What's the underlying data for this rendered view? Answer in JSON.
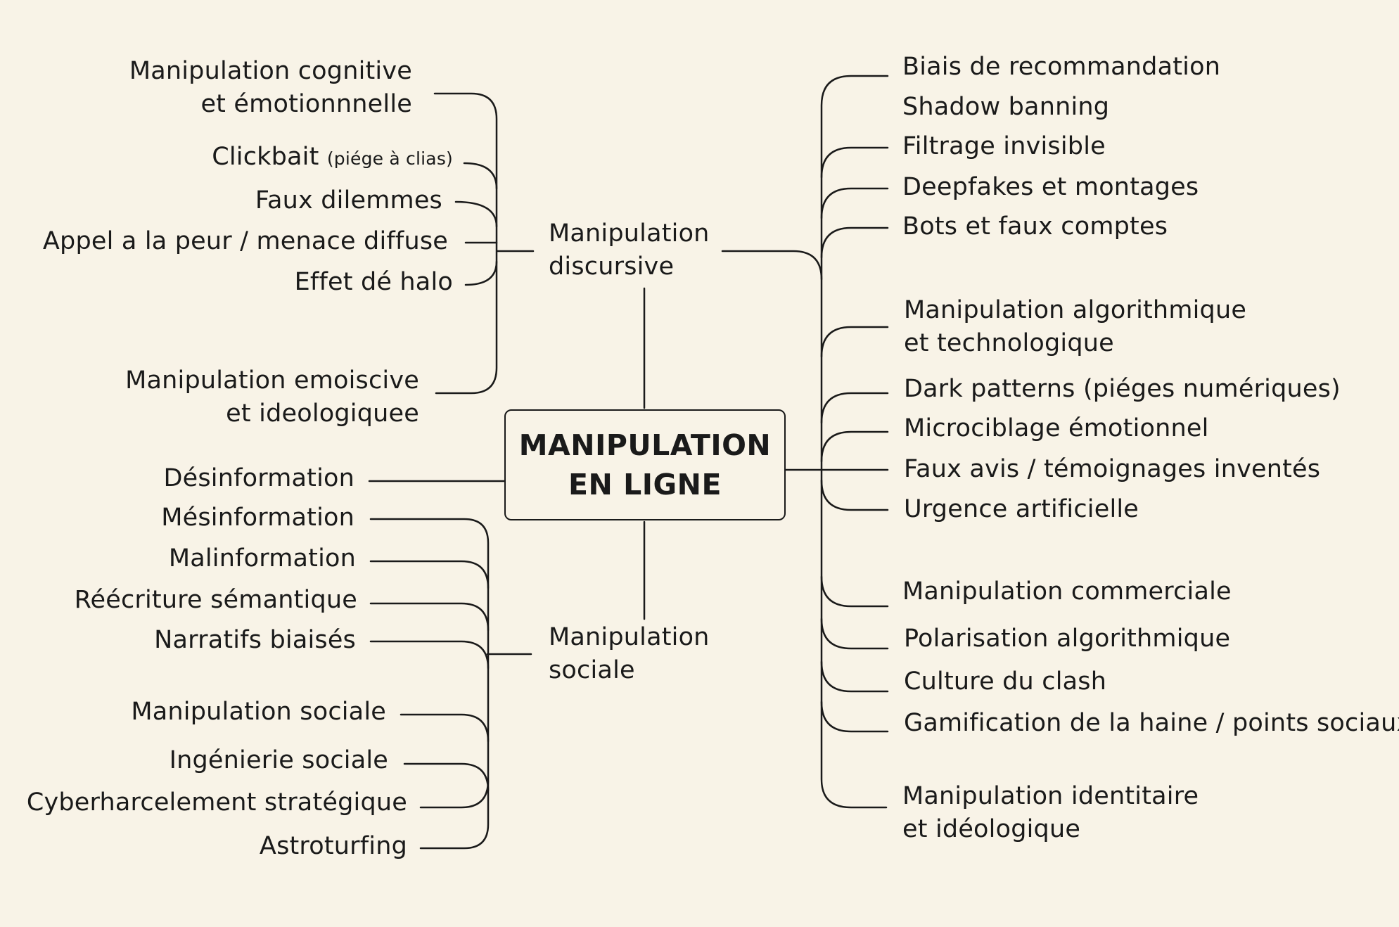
{
  "center": {
    "line1": "MANIPULATION",
    "line2": "EN LIGNE"
  },
  "hubs": {
    "discursive": {
      "line1": "Manipulation",
      "line2": "discursive"
    },
    "sociale": {
      "line1": "Manipulation",
      "line2": "sociale"
    }
  },
  "left_top": [
    {
      "line1": "Manipulation cognitive",
      "line2": "et émotionnnelle"
    },
    {
      "text": "Clickbait",
      "note": "(piége à clias)"
    },
    {
      "text": "Faux dilemmes"
    },
    {
      "text": "Appel a la peur / menace diffuse"
    },
    {
      "text": "Effet dé halo"
    },
    {
      "line1": "Manipulation emoiscive",
      "line2": "et ideologiquee"
    }
  ],
  "left_direct": {
    "text": "Désinformation"
  },
  "left_bottom": [
    {
      "text": "Mésinformation"
    },
    {
      "text": "Malinformation"
    },
    {
      "text": "Réécriture sémantique"
    },
    {
      "text": "Narratifs biaisés"
    },
    {
      "text": "Manipulation sociale"
    },
    {
      "text": "Ingénierie sociale"
    },
    {
      "text": "Cyberharcelement stratégique"
    },
    {
      "text": "Astroturfing"
    }
  ],
  "right": [
    {
      "text": "Biais de recommandation"
    },
    {
      "text": "Shadow banning"
    },
    {
      "text": "Filtrage invisible"
    },
    {
      "text": "Deepfakes et montages"
    },
    {
      "text": "Bots et faux comptes"
    },
    {
      "line1": "Manipulation algorithmique",
      "line2": "et technologique"
    },
    {
      "text": "Dark patterns (piéges numériques)"
    },
    {
      "text": "Microciblage émotionnel"
    },
    {
      "text": "Faux avis / témoignages inventés"
    },
    {
      "text": "Urgence artificielle"
    },
    {
      "text": "Manipulation commerciale"
    },
    {
      "text": "Polarisation algorithmique"
    },
    {
      "text": "Culture du clash"
    },
    {
      "text": "Gamification de la haine / points sociaux"
    },
    {
      "line1": "Manipulation identitaire",
      "line2": "et idéologique"
    }
  ]
}
